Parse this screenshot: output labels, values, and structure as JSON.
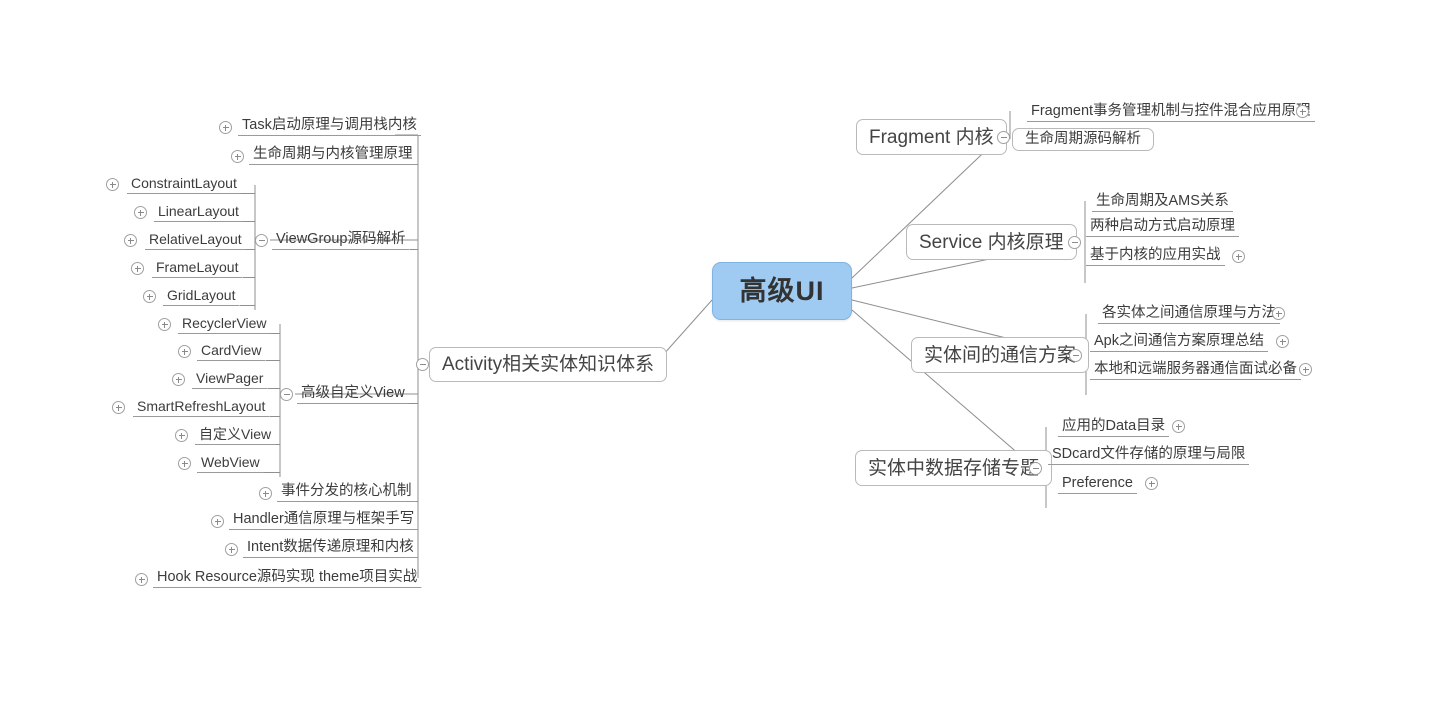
{
  "diagram": {
    "type": "mindmap",
    "title": "高级UI",
    "root": {
      "label": "高级UI",
      "color": "#9fcbf2",
      "border": "#7fb3e2"
    },
    "branches": {
      "activity": {
        "label": "Activity相关实体知识体系",
        "toggle": "minus",
        "children": [
          {
            "label": "Task启动原理与调用栈内核",
            "toggle": "plus"
          },
          {
            "label": "生命周期与内核管理原理",
            "toggle": "plus"
          },
          {
            "label": "ViewGroup源码解析",
            "toggle": "minus"
          },
          {
            "label": "高级自定义View",
            "toggle": "minus"
          },
          {
            "label": "事件分发的核心机制",
            "toggle": "plus"
          },
          {
            "label": "Handler通信原理与框架手写",
            "toggle": "plus"
          },
          {
            "label": "Intent数据传递原理和内核",
            "toggle": "plus"
          },
          {
            "label": "Hook Resource源码实现 theme项目实战",
            "toggle": "plus"
          }
        ],
        "viewgroup_children": [
          {
            "label": "ConstraintLayout",
            "toggle": "plus"
          },
          {
            "label": "LinearLayout",
            "toggle": "plus"
          },
          {
            "label": "RelativeLayout",
            "toggle": "plus"
          },
          {
            "label": "FrameLayout",
            "toggle": "plus"
          },
          {
            "label": "GridLayout",
            "toggle": "plus"
          }
        ],
        "customview_children": [
          {
            "label": "RecyclerView",
            "toggle": "plus"
          },
          {
            "label": "CardView",
            "toggle": "plus"
          },
          {
            "label": "ViewPager",
            "toggle": "plus"
          },
          {
            "label": "SmartRefreshLayout",
            "toggle": "plus"
          },
          {
            "label": "自定义View",
            "toggle": "plus"
          },
          {
            "label": "WebView",
            "toggle": "plus"
          }
        ]
      },
      "fragment": {
        "label": "Fragment 内核",
        "toggle": "minus",
        "children": [
          {
            "label": "Fragment事务管理机制与控件混合应用原理",
            "toggle": "plus"
          },
          {
            "label": "生命周期源码解析",
            "toggle": "none"
          }
        ]
      },
      "service": {
        "label": "Service 内核原理",
        "toggle": "minus",
        "children": [
          {
            "label": "生命周期及AMS关系",
            "toggle": "none"
          },
          {
            "label": "两种启动方式启动原理",
            "toggle": "none"
          },
          {
            "label": "基于内核的应用实战",
            "toggle": "plus"
          }
        ]
      },
      "communication": {
        "label": "实体间的通信方案",
        "toggle": "minus",
        "children": [
          {
            "label": "各实体之间通信原理与方法",
            "toggle": "plus"
          },
          {
            "label": "Apk之间通信方案原理总结",
            "toggle": "plus"
          },
          {
            "label": "本地和远端服务器通信面试必备",
            "toggle": "plus"
          }
        ]
      },
      "storage": {
        "label": "实体中数据存储专题",
        "toggle": "minus",
        "children": [
          {
            "label": "应用的Data目录",
            "toggle": "plus"
          },
          {
            "label": "SDcard文件存储的原理与局限",
            "toggle": "none"
          },
          {
            "label": "Preference",
            "toggle": "plus"
          }
        ]
      }
    }
  }
}
